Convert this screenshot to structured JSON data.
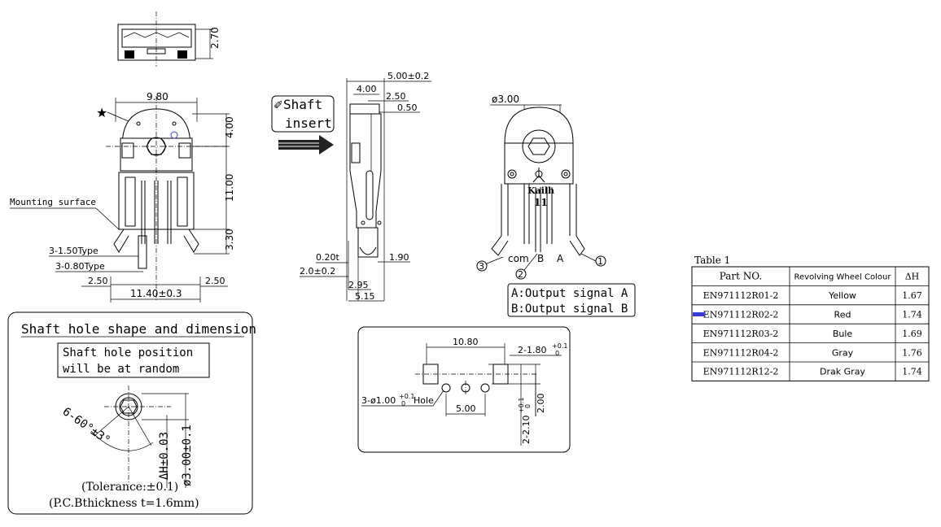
{
  "top_view": {
    "height_dim": "2.70"
  },
  "front_view": {
    "width_top": "9.80",
    "dim_4": "4.00",
    "dim_11": "11.00",
    "dim_3_3": "3.30",
    "mounting_surface": "Mounting surface",
    "pin_type_1": "3-1.50Type",
    "pin_type_2": "3-0.80Type",
    "edge_left": "2.50",
    "edge_right": "2.50",
    "width_bottom": "11.40±0.3"
  },
  "shaft_insert": {
    "line1": "Shaft",
    "line2": "insert"
  },
  "side_view": {
    "dim_top": "5.00±0.2",
    "dim_4": "4.00",
    "dim_2_5": "2.50",
    "dim_0_5": "0.50",
    "dim_0_2t": "0.20t",
    "dim_2_0": "2.0±0.2",
    "dim_1_9": "1.90",
    "dim_2_95": "2.95",
    "dim_5_15": "5.15"
  },
  "rear_view": {
    "dia": "ø3.00",
    "brand": "Kailh",
    "number": "11",
    "pin_com": "com",
    "pin_b": "B",
    "pin_a": "A",
    "circle_1": "1",
    "circle_2": "2",
    "circle_3": "3"
  },
  "signals": {
    "a": "A:Output signal A",
    "b": "B:Output signal B"
  },
  "pcb": {
    "width": "10.80",
    "slot_spec": "2-1.80",
    "slot_tol_plus": "+0.1",
    "slot_tol_minus": "0",
    "hole_spec_pre": "3-ø1.00",
    "hole_tol_plus": "+0.1",
    "hole_tol_minus": "0",
    "hole_spec_post": "Hole",
    "pitch": "5.00",
    "height": "2.00",
    "slot_h_pre": "2-2.10",
    "slot_h_tol_plus": "+0.1",
    "slot_h_tol_minus": "0"
  },
  "shaft_box": {
    "title": "Shaft hole shape and dimension",
    "note_line1": "Shaft hole position",
    "note_line2": "will be at random",
    "angle": "6-60°±3°",
    "dim_dh": "ΔH±0.03",
    "dim_dia": "ø3.00±0.1",
    "tolerance": "(Tolerance:±0.1)",
    "pcb_thickness": "(P.C.Bthickness   t=1.6mm)"
  },
  "table": {
    "caption": "Table 1",
    "headers": [
      "Part NO.",
      "Revolving Wheel Colour",
      "ΔH"
    ],
    "rows": [
      [
        "EN971112R01-2",
        "Yellow",
        "1.67"
      ],
      [
        "EN971112R02-2",
        "Red",
        "1.74"
      ],
      [
        "EN971112R03-2",
        "Bule",
        "1.69"
      ],
      [
        "EN971112R04-2",
        "Gray",
        "1.76"
      ],
      [
        "EN971112R12-2",
        "Drak Gray",
        "1.74"
      ]
    ],
    "marker_color": "#3a3ad8",
    "marker_row": 1
  }
}
